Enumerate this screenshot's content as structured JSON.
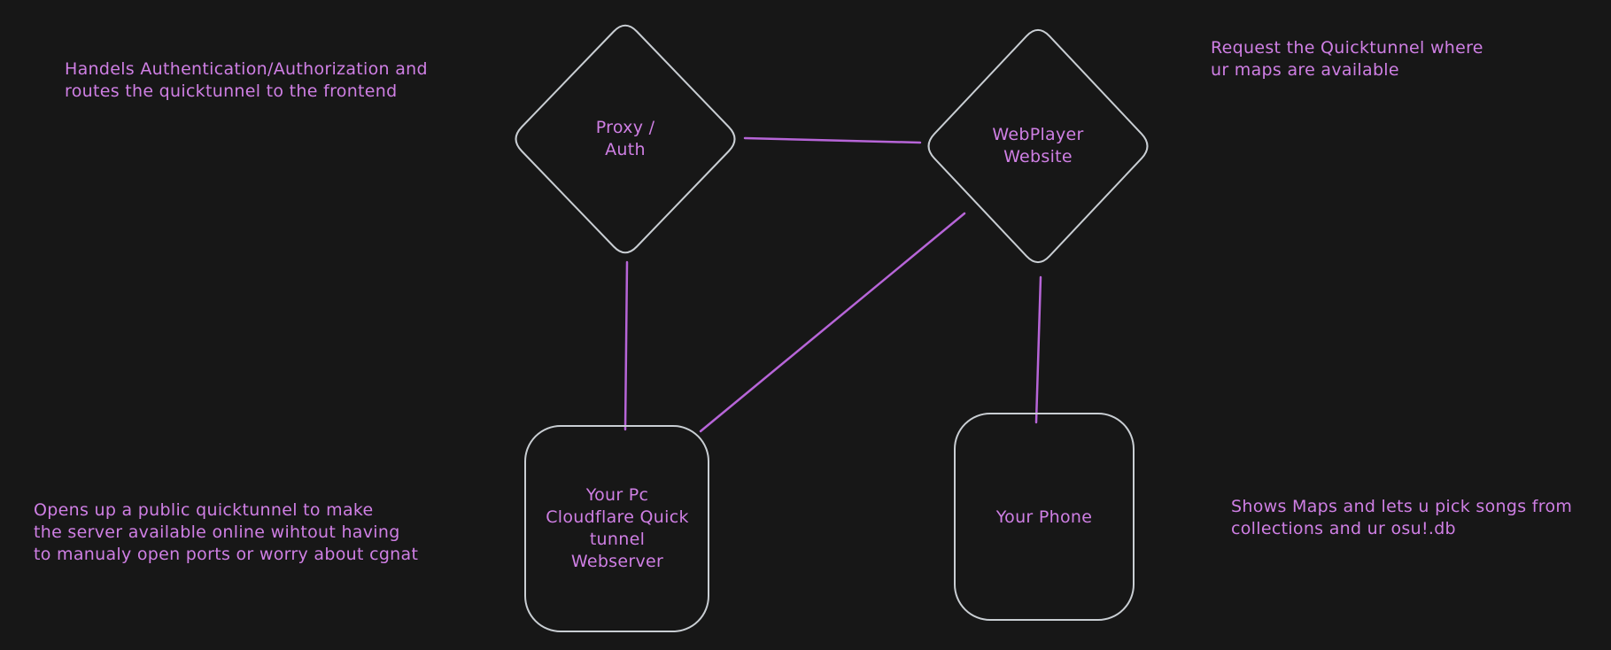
{
  "app": {
    "description": "Hand-drawn style architecture diagram on dark canvas"
  },
  "colors": {
    "canvas_bg": "#171717",
    "text": "#cf7fe4",
    "connector": "#b765d8",
    "shape_stroke": "#c9ced3"
  },
  "notes": {
    "top_left": {
      "lines": [
        "Handels Authentication/Authorization and",
        "routes the quicktunnel to the frontend"
      ]
    },
    "top_right": {
      "lines": [
        "Request the Quicktunnel where",
        "ur maps are available"
      ]
    },
    "bottom_left": {
      "lines": [
        "Opens up a public quicktunnel to make",
        "the server available online wihtout having",
        "to manualy open ports or worry about cgnat"
      ]
    },
    "bottom_right": {
      "lines": [
        "Shows Maps and lets u pick songs from",
        "collections and ur osu!.db"
      ]
    }
  },
  "nodes": {
    "proxy_auth": {
      "shape": "diamond",
      "lines": [
        "Proxy /",
        "Auth"
      ]
    },
    "webplayer": {
      "shape": "diamond",
      "lines": [
        "WebPlayer",
        "Website"
      ]
    },
    "pc_webserver": {
      "shape": "rounded-rectangle",
      "lines": [
        "Your Pc",
        "Cloudflare Quick",
        "tunnel",
        "Webserver"
      ]
    },
    "phone": {
      "shape": "rounded-rectangle",
      "lines": [
        "Your Phone"
      ]
    }
  },
  "edges": [
    {
      "name": "proxy-auth to webplayer"
    },
    {
      "name": "proxy-auth to pc-webserver"
    },
    {
      "name": "webplayer to pc-webserver"
    },
    {
      "name": "webplayer to phone"
    }
  ]
}
